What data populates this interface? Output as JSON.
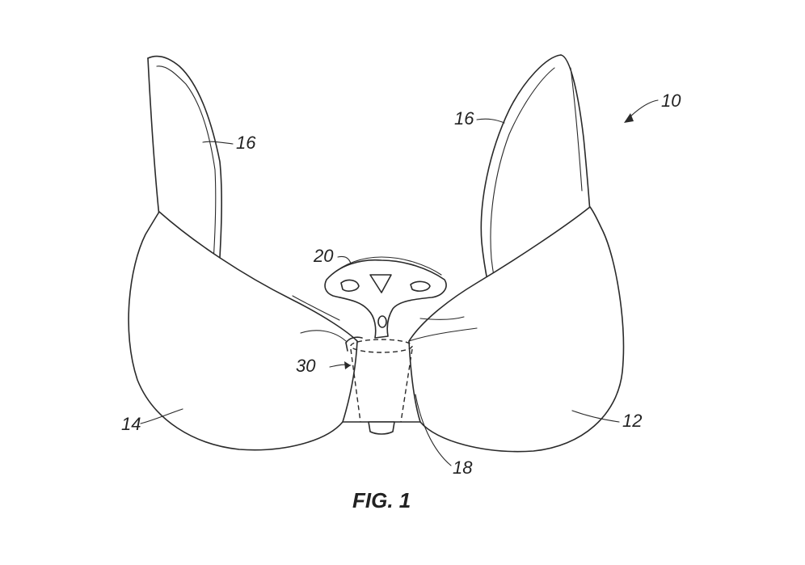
{
  "labels": {
    "device": "10",
    "strap_left": "16",
    "strap_right": "16",
    "tool": "20",
    "insert": "30",
    "cup_left": "14",
    "cup_right": "12",
    "center": "18"
  },
  "caption": "FIG. 1",
  "colors": {
    "ink": "#2a2a2a",
    "background": "#ffffff"
  }
}
